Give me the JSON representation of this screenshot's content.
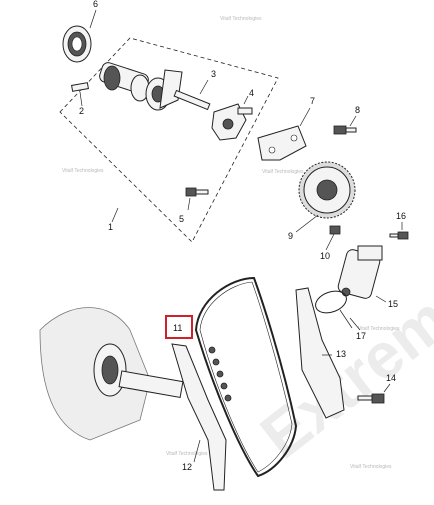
{
  "callouts": {
    "c1": "1",
    "c2": "2",
    "c3": "3",
    "c4": "4",
    "c5": "5",
    "c6": "6",
    "c7": "7",
    "c8": "8",
    "c9": "9",
    "c10": "10",
    "c11": "11",
    "c12": "12",
    "c13": "13",
    "c14": "14",
    "c15": "15",
    "c16": "16",
    "c17": "17"
  },
  "highlight_color": "#d0202a",
  "watermark": {
    "small": "Vitalf Technologies",
    "large": "Extrem"
  }
}
